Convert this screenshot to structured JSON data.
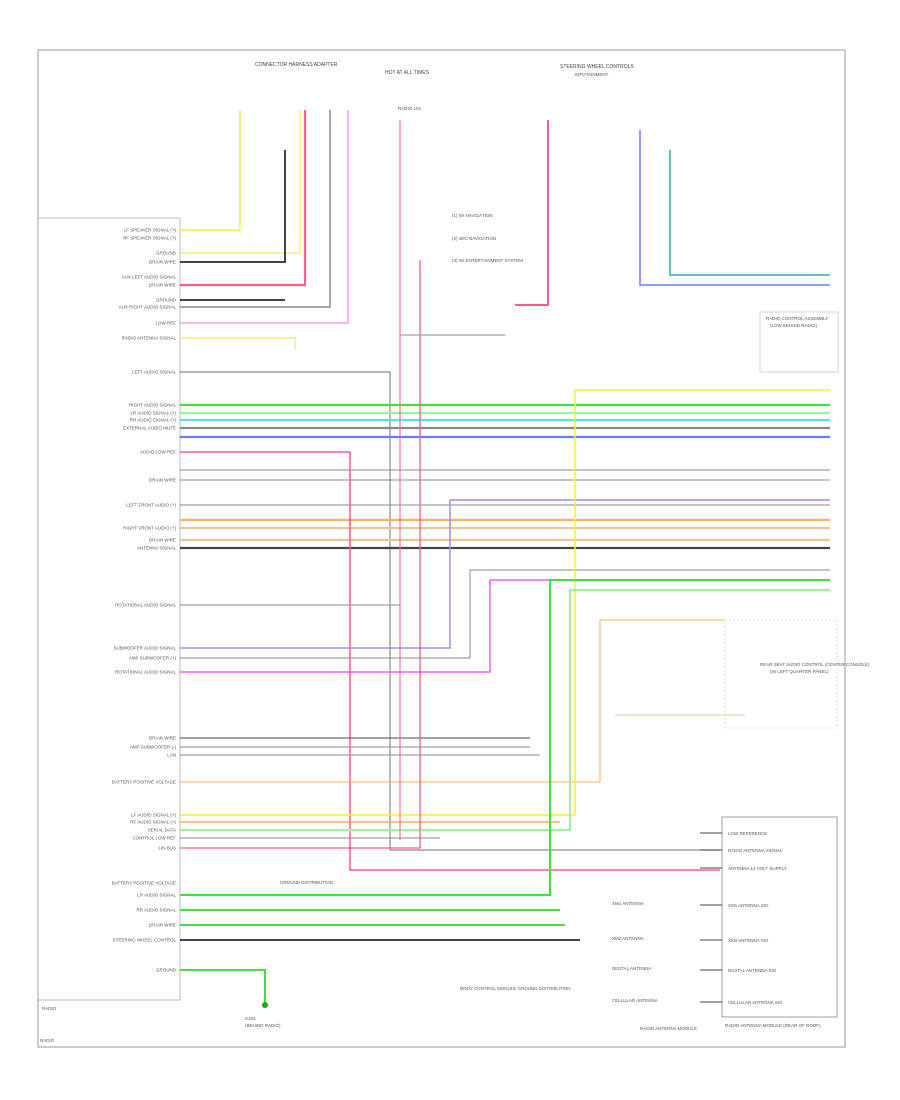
{
  "diagram": {
    "radio_module": {
      "title": "RADIO",
      "pins": [
        "LF SPEAKER SIGNAL (+)",
        "RF SPEAKER SIGNAL (+)",
        "GROUND",
        "DRAIN WIRE",
        "AUX LEFT AUDIO SIGNAL",
        "DRAIN WIRE",
        "GROUND",
        "AUX RIGHT AUDIO SIGNAL",
        "LOW REF",
        "RADIO ANTENNA SIGNAL",
        "LEFT AUDIO SIGNAL",
        "RIGHT AUDIO SIGNAL",
        "LR AUDIO SIGNAL (+)",
        "RR AUDIO SIGNAL (+)",
        "EXTERNAL AUDIO MUTE",
        "AUDIO LOW REF",
        "DRAIN WIRE",
        "LEFT FRONT AUDIO (+)",
        "RIGHT FRONT AUDIO (+)",
        "DRAIN WIRE",
        "ANTENNA SIGNAL",
        "ROTATIONAL AUDIO SIGNAL",
        "SUBWOOFER AUDIO SIGNAL",
        "AMP SUBWOOFER (+)",
        "ROTATIONAL AUDIO SIGNAL",
        "DRAIN WIRE",
        "AMP SUBWOOFER (-)",
        "LAN",
        "BATTERY POSITIVE VOLTAGE",
        "LF AUDIO SIGNAL (+)",
        "RF AUDIO SIGNAL (+)",
        "SERIAL DATA",
        "CONTROL LOW REF",
        "LIN BUS",
        "BATTERY POSITIVE VOLTAGE",
        "LR AUDIO SIGNAL",
        "RR AUDIO SIGNAL",
        "DRAIN WIRE",
        "STEERING WHEEL CONTROL",
        "GROUND"
      ]
    },
    "top_connector": {
      "title": "CONNECTOR HARNESS ADAPTER"
    },
    "fuse_block": {
      "title": "HOT AT ALL TIMES",
      "fuse": "RADIO 10A"
    },
    "notes": [
      "(1) W/ NAVIGATION",
      "(2) W/O NAVIGATION",
      "(3) W/ ENTERTAINMENT SYSTEM"
    ],
    "right_top_module": {
      "title": "STEERING WHEEL CONTROLS",
      "sub": "INFOTAINMENT"
    },
    "amp_module": {
      "title": "RADIO CONTROL ASSEMBLY",
      "sub": "(LOW BEHIND RADIO)"
    },
    "rear_module": {
      "title": "REAR SEAT AUDIO CONTROL (CENTER CONSOLE)",
      "sub": "(IN LEFT QUARTER PANEL)"
    },
    "antenna_module": {
      "title": "RADIO ANTENNA MODULE",
      "pins": [
        "LOW REFERENCE",
        "RADIO ANTENNA SIGNAL",
        "ANTENNA 12 VOLT SUPPLY",
        "XM1 ANTENNA SIG",
        "XM2 ANTENNA SIG",
        "DIGITAL ANTENNA SIG",
        "CELLULAR ANTENNA SIG"
      ],
      "antennas": [
        "XM1 ANTENNA",
        "XM2 ANTENNA",
        "DIGITAL ANTENNA",
        "CELLULAR ANTENNA"
      ],
      "caption": "RADIO ANTENNA MODULE (REAR OF ROOF)"
    },
    "ground_point": {
      "label": "G201",
      "sub": "(BEHIND RADIO)"
    },
    "splice_label": "GROUND DISTRIBUTION",
    "bottom_note": "BODY CONTROL MODULE GROUND DISTRIBUTION",
    "footer": "RADIO",
    "wire_colors": {
      "yellow": "#f2ee4a",
      "pink": "#ff5c86",
      "lightpink": "#ff9ee0",
      "green": "#3fe03f",
      "lightgreen": "#9df39d",
      "cyan": "#5fe0e0",
      "blue": "#6b7bff",
      "gray": "#8a8a8a",
      "darkgray": "#444444",
      "orange": "#f6b060",
      "tan": "#e6c890",
      "purple": "#a08cff",
      "magenta": "#ff5cff",
      "teal": "#33aaa0"
    }
  }
}
